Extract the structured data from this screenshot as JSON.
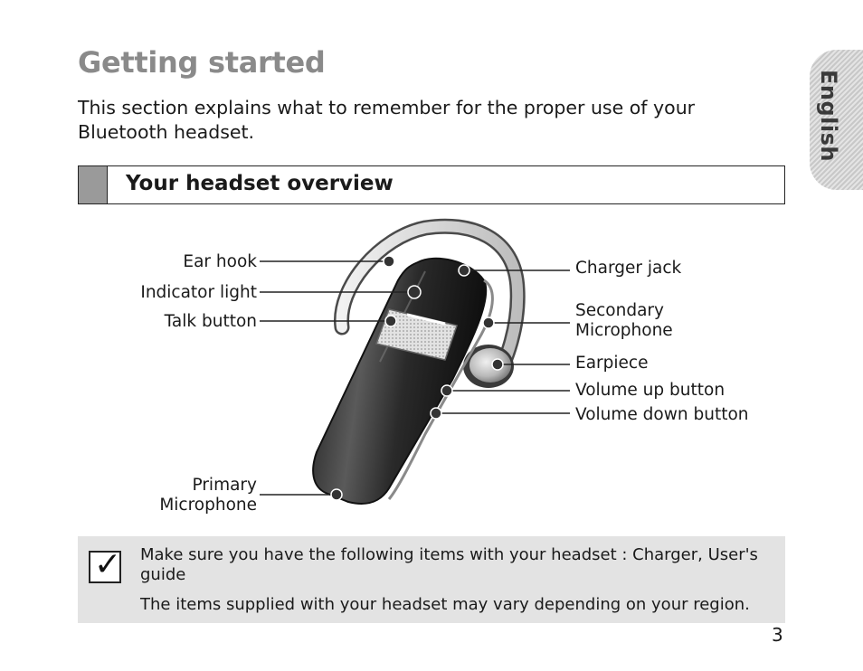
{
  "page": {
    "title": "Getting started",
    "intro": "This section explains what to remember for the proper use of your Bluetooth headset.",
    "language_tab": "English",
    "page_number": "3"
  },
  "section": {
    "heading": "Your headset overview"
  },
  "diagram": {
    "labels_left": {
      "ear_hook": "Ear hook",
      "indicator_light": "Indicator light",
      "talk_button": "Talk button",
      "primary_mic_line1": "Primary",
      "primary_mic_line2": "Microphone"
    },
    "labels_right": {
      "charger_jack": "Charger jack",
      "secondary_mic_line1": "Secondary",
      "secondary_mic_line2": "Microphone",
      "earpiece": "Earpiece",
      "volume_up": "Volume up button",
      "volume_down": "Volume down button"
    }
  },
  "note": {
    "icon": "checkbox-check-icon",
    "line1": "Make sure you have the following items with your headset : Charger, User's guide",
    "line2": "The items supplied with your headset may vary depending on your region."
  }
}
